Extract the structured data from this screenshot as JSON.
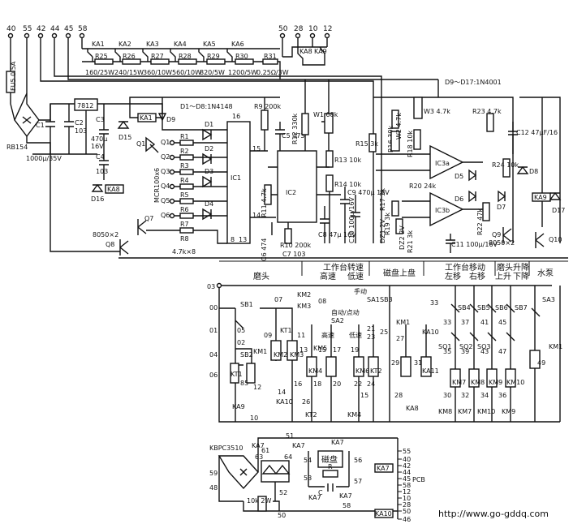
{
  "top_terminals": [
    "40",
    "55",
    "42",
    "44",
    "45",
    "58"
  ],
  "top_terminals_right": [
    "50",
    "28",
    "10",
    "12"
  ],
  "relays_top": [
    "KA1",
    "KA2",
    "KA3",
    "KA4",
    "KA5",
    "KA6"
  ],
  "resistor_chain": [
    {
      "name": "R25",
      "value": "160/25W"
    },
    {
      "name": "R26",
      "value": "240/15W"
    },
    {
      "name": "R27",
      "value": "360/10W"
    },
    {
      "name": "R28",
      "value": "560/10W"
    },
    {
      "name": "R29",
      "value": "820/5W"
    },
    {
      "name": "R30",
      "value": "1200/5W"
    },
    {
      "name": "R31",
      "value": "0.25Ω/3W"
    }
  ],
  "ka8_label": "KA8",
  "ka9_label": "KA9",
  "fuse": "FU5 0.5A",
  "bridge": "RB154",
  "bridge_cap": "1000μ/35V",
  "regulator": "7812",
  "c1": "C1",
  "c2": "C2",
  "c2_value": "103",
  "c3": "C3",
  "c3_value": "470μ",
  "c3_volt": "16V",
  "c4": "C4",
  "c4_value": "103",
  "ka1_label": "KA1",
  "d9": "D9",
  "d15": "D15",
  "d16": "D16",
  "ka8_coil": "KA8",
  "q1": "Q1",
  "scr": "MCR100x6",
  "d_note": "D1～D8:1N4148",
  "d_note2": "D9～D17:1N4001",
  "q7": "Q7",
  "q8": "Q8",
  "q7q8": "8050×2",
  "r8_value": "4.7k×8",
  "ic1": "IC1",
  "ic2": "IC2",
  "r9": "R9 200k",
  "c5": "C5 473",
  "r10": "R10 200k",
  "c6": "C6 474",
  "c7": "C7 103",
  "r11": "R11 4.7k",
  "r12": "R12 330k",
  "w1": "W1 68k",
  "r13": "R13 10k",
  "r14": "R14 10k",
  "c8": "C8 47μ 16V",
  "c9": "C9 470μ 16V",
  "c10": "C10 100μ/16V",
  "r15": "R15 3k",
  "r16": "R16 39k",
  "w2": "W2 4.7k",
  "r17": "R17 3k",
  "dz1": "DZ1 2V",
  "r18": "R18 10k",
  "r19": "R19 3k",
  "dz2": "DZ2 2V",
  "r20": "R20 24k",
  "r21": "R21 3k",
  "w3": "W3 4.7k",
  "ic3a": "IC3a",
  "ic3b": "IC3b",
  "d5": "D5",
  "d6": "D6",
  "r23": "R23 4.7k",
  "c12": "C12 47μF/16",
  "r24": "R24 10k",
  "d8": "D8",
  "d7": "D7",
  "r22": "R22 47k",
  "c11": "C11 100μ/16V",
  "ka9_coil": "KA9",
  "d17": "D17",
  "q9": "Q9",
  "q10": "Q10",
  "q9q10": "8050×2",
  "sections": [
    {
      "label": "磨头"
    },
    {
      "label": "工作台转速"
    },
    {
      "label": "高速"
    },
    {
      "label": "低速"
    },
    {
      "label": "磁盘上盘"
    },
    {
      "label": "工作台移动"
    },
    {
      "label": "左移"
    },
    {
      "label": "右移"
    },
    {
      "label": "磨头升降"
    },
    {
      "label": "上升"
    },
    {
      "label": "下降"
    },
    {
      "label": "水泵"
    }
  ],
  "ctrl_labels": {
    "n03": "03",
    "n00": "00",
    "n01": "01",
    "n02": "02",
    "n04": "04",
    "n06": "06",
    "n05": "05",
    "n07": "07",
    "n09": "09",
    "n11": "11",
    "n13": "13",
    "n15": "15",
    "n17": "17",
    "n19": "19",
    "n21": "21",
    "n23": "23",
    "n25": "25",
    "n27": "27",
    "n29": "29",
    "n31": "31",
    "n33": "33",
    "n35": "35",
    "n37": "37",
    "n39": "39",
    "n41": "41",
    "n43": "43",
    "n45": "45",
    "n47": "47",
    "n49": "49",
    "n85": "85",
    "n12": "12",
    "n14": "14",
    "n16": "16",
    "n18": "18",
    "n20": "20",
    "n22": "22",
    "n24": "24",
    "n26": "26",
    "n28": "28",
    "n30": "30",
    "n32": "32",
    "n34": "34",
    "n36": "36",
    "n10": "10",
    "n15b": "15",
    "n08": "08",
    "n33b": "33"
  },
  "ctrl_parts": {
    "sb1": "SB1",
    "sb2": "SB2",
    "sb3": "SB3",
    "km1": "KM1",
    "km2": "KM2",
    "km3": "KM3",
    "km4": "KM4",
    "km5": "KM5",
    "km6": "KM6",
    "kt1": "KT1",
    "kt2": "KT2",
    "ka9": "KA9",
    "ka10": "KA10",
    "ka11": "KA11",
    "ka8": "KA8",
    "sa1": "SA1",
    "sa2": "SA2",
    "sa3": "SA3",
    "sq1": "SQ1",
    "sq2": "SQ2",
    "sq3": "SQ3",
    "sb4": "SB4",
    "sb5": "SB5",
    "sb6": "SB6",
    "sb7": "SB7",
    "km7": "KM7",
    "km8": "KM8",
    "km9": "KM9",
    "km10": "KM10",
    "kt1b": "KT1",
    "kt2b": "KT2",
    "manual": "手动",
    "auto": "自动/点动",
    "high": "高速",
    "low": "低速",
    "km2b": "KM2"
  },
  "bottom": {
    "bridge": "KBPC3510",
    "n59": "59",
    "n48": "48",
    "n61": "61",
    "n63": "63",
    "n64": "64",
    "n52": "52",
    "n51": "51",
    "n54": "54",
    "n56": "56",
    "n57": "57",
    "n58": "58",
    "n50": "50",
    "n53": "53",
    "ka7": "KA7",
    "disk": "磁盘",
    "r": "R",
    "c": "C",
    "res": "10k 2W",
    "pcb": "PCB",
    "pcb_pins": [
      "55",
      "40",
      "42",
      "44",
      "45",
      "58",
      "12",
      "10",
      "28",
      "50",
      "46"
    ],
    "ka10": "KA10"
  },
  "watermark": "http://www.go-gddq.com"
}
